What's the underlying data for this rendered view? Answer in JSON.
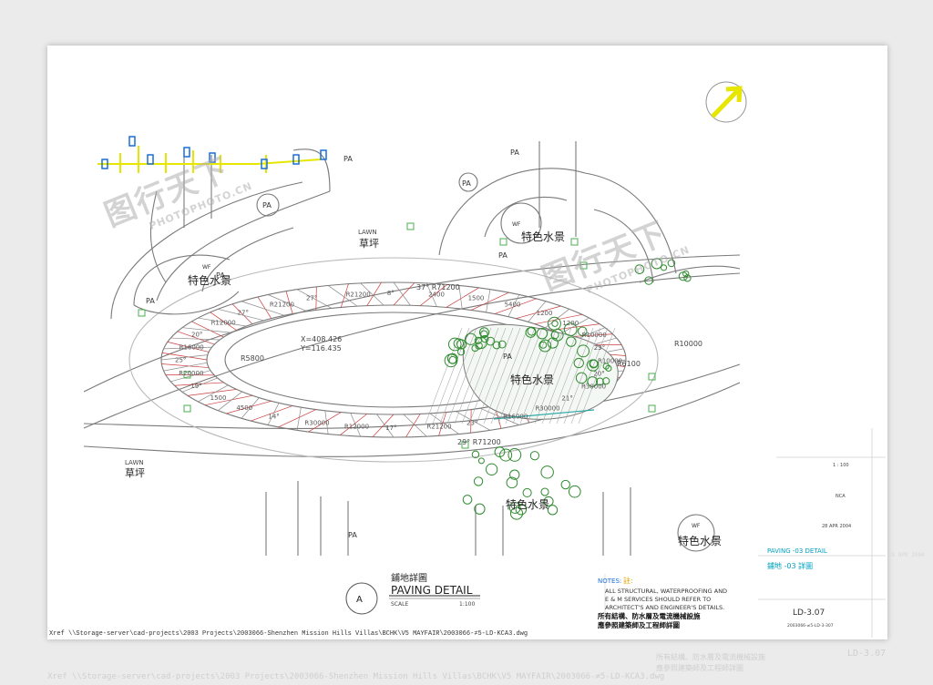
{
  "plan": {
    "north_arrow": "north-arrow-icon",
    "labels": {
      "feature": "特色水景",
      "lawn_en": "LAWN",
      "lawn_cn": "草坪",
      "pa": "PA",
      "wf": "WF",
      "coords_x": "X=408.426",
      "coords_y": "Y=116.435",
      "r_inner": "R5800",
      "r_outer": "37° R71200",
      "r_lower": "29° R71200",
      "r_right": "R6100",
      "r10000": "R10000"
    },
    "dimensions": [
      "20°",
      "R30000",
      "21°",
      "R30000",
      "R16000",
      "23°",
      "R21200",
      "17°",
      "R12000",
      "R30000",
      "14°",
      "4500",
      "1500",
      "19°",
      "R20000",
      "25°",
      "R16000",
      "20°",
      "R12000",
      "27°",
      "R21200",
      "27°",
      "R21200",
      "8°",
      "2400",
      "1500",
      "5400",
      "1200",
      "1200",
      "R10000",
      "23°",
      "R10000"
    ]
  },
  "title_block": {
    "marker": "A",
    "title_cn": "鋪地詳圖",
    "title_en": "PAVING DETAIL",
    "scale_label": "SCALE",
    "scale_value": "1:100"
  },
  "notes": {
    "label": "NOTES:",
    "label_cn": "註:",
    "line1": "ALL STRUCTURAL, WATERPROOFING AND",
    "line2": "E & M SERVICES SHOULD REFER TO",
    "line3": "ARCHITECT'S AND ENGINEER'S DETAILS.",
    "line4": "所有結構、防水層及電流機械設施",
    "line5": "應參照建築師及工程師詳圖"
  },
  "sheet_info": {
    "scale": "1 : 100",
    "nca": "NCA",
    "date": "28 APR 2004",
    "drawing_title_en": "PAVING -03 DETAIL",
    "drawing_title_cn": "鋪地 -03 詳圖",
    "drawing_no": "LD-3.07",
    "file_ref": "2003066-≠5-LD-3-307"
  },
  "footer": {
    "xref": "Xref  \\\\Storage-server\\cad-projects\\2003 Projects\\2003066-Shenzhen Mission Hills Villas\\BCHK\\V5 MAYFAIR\\2003066-≠5-LD-KCA3.dwg"
  },
  "watermark": {
    "text": "图行天下",
    "sub": "PHOTOPHOTO.CN"
  },
  "colors": {
    "outline": "#7a7a7a",
    "hatch": "#cc3b3b",
    "dim": "#555555",
    "tree": "#2e8b2e",
    "water": "#2aa7a7",
    "accent": "#e6e600",
    "blue": "#1a6fd8",
    "cyan": "#00a0c0"
  }
}
